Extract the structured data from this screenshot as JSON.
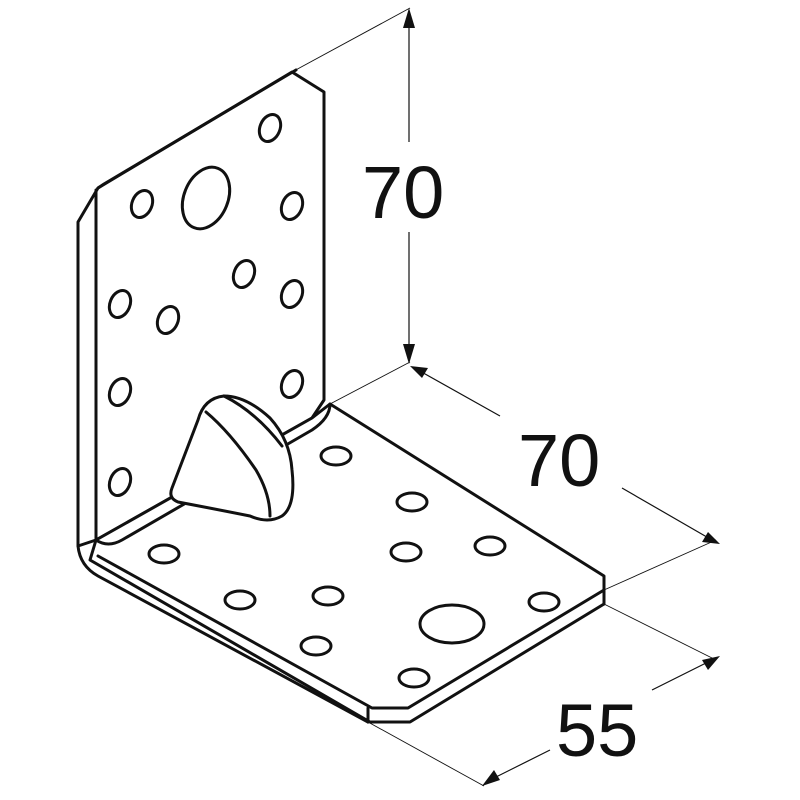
{
  "drawing": {
    "subject": "angle-bracket",
    "dimensions": {
      "height": "70",
      "depth": "70",
      "width": "55"
    }
  }
}
